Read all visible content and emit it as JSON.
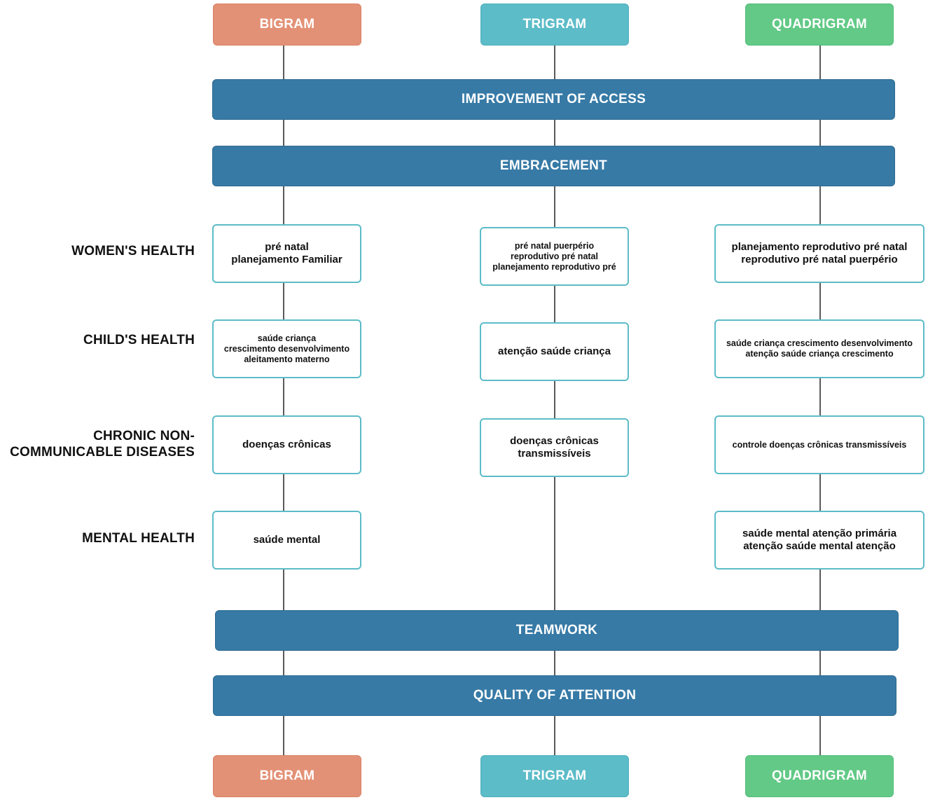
{
  "headers": {
    "bigram": "BIGRAM",
    "trigram": "TRIGRAM",
    "quadrigram": "QUADRIGRAM"
  },
  "bands": {
    "improvement_of_access": "IMPROVEMENT OF ACCESS",
    "embracement": "EMBRACEMENT",
    "teamwork": "TEAMWORK",
    "quality_of_attention": "QUALITY OF ATTENTION"
  },
  "row_labels": {
    "womens_health": "WOMEN'S HEALTH",
    "childs_health": "CHILD'S HEALTH",
    "chronic": "CHRONIC NON-\nCOMMUNICABLE DISEASES",
    "mental_health": "MENTAL HEALTH"
  },
  "cells": {
    "womens_health": {
      "bigram": "pré natal\nplanejamento Familiar",
      "trigram": "pré natal puerpério\nreprodutivo pré natal\nplanejamento reprodutivo pré",
      "quadrigram": "planejamento reprodutivo pré natal\nreprodutivo pré natal puerpério"
    },
    "childs_health": {
      "bigram": "saúde criança\ncrescimento desenvolvimento\naleitamento materno",
      "trigram": "atenção saúde criança",
      "quadrigram": "saúde criança crescimento desenvolvimento\natenção saúde criança crescimento"
    },
    "chronic": {
      "bigram": "doenças crônicas",
      "trigram": "doenças crônicas\ntransmissíveis",
      "quadrigram": "controle doenças crônicas transmissíveis"
    },
    "mental_health": {
      "bigram": "saúde mental",
      "quadrigram": "saúde mental atenção primária\natenção saúde mental atenção"
    }
  },
  "colors": {
    "bigram": "#e39176",
    "trigram": "#5cbcc8",
    "quadrigram": "#62c986",
    "band": "#377aa6",
    "cell_border": "#5cbcc8"
  }
}
